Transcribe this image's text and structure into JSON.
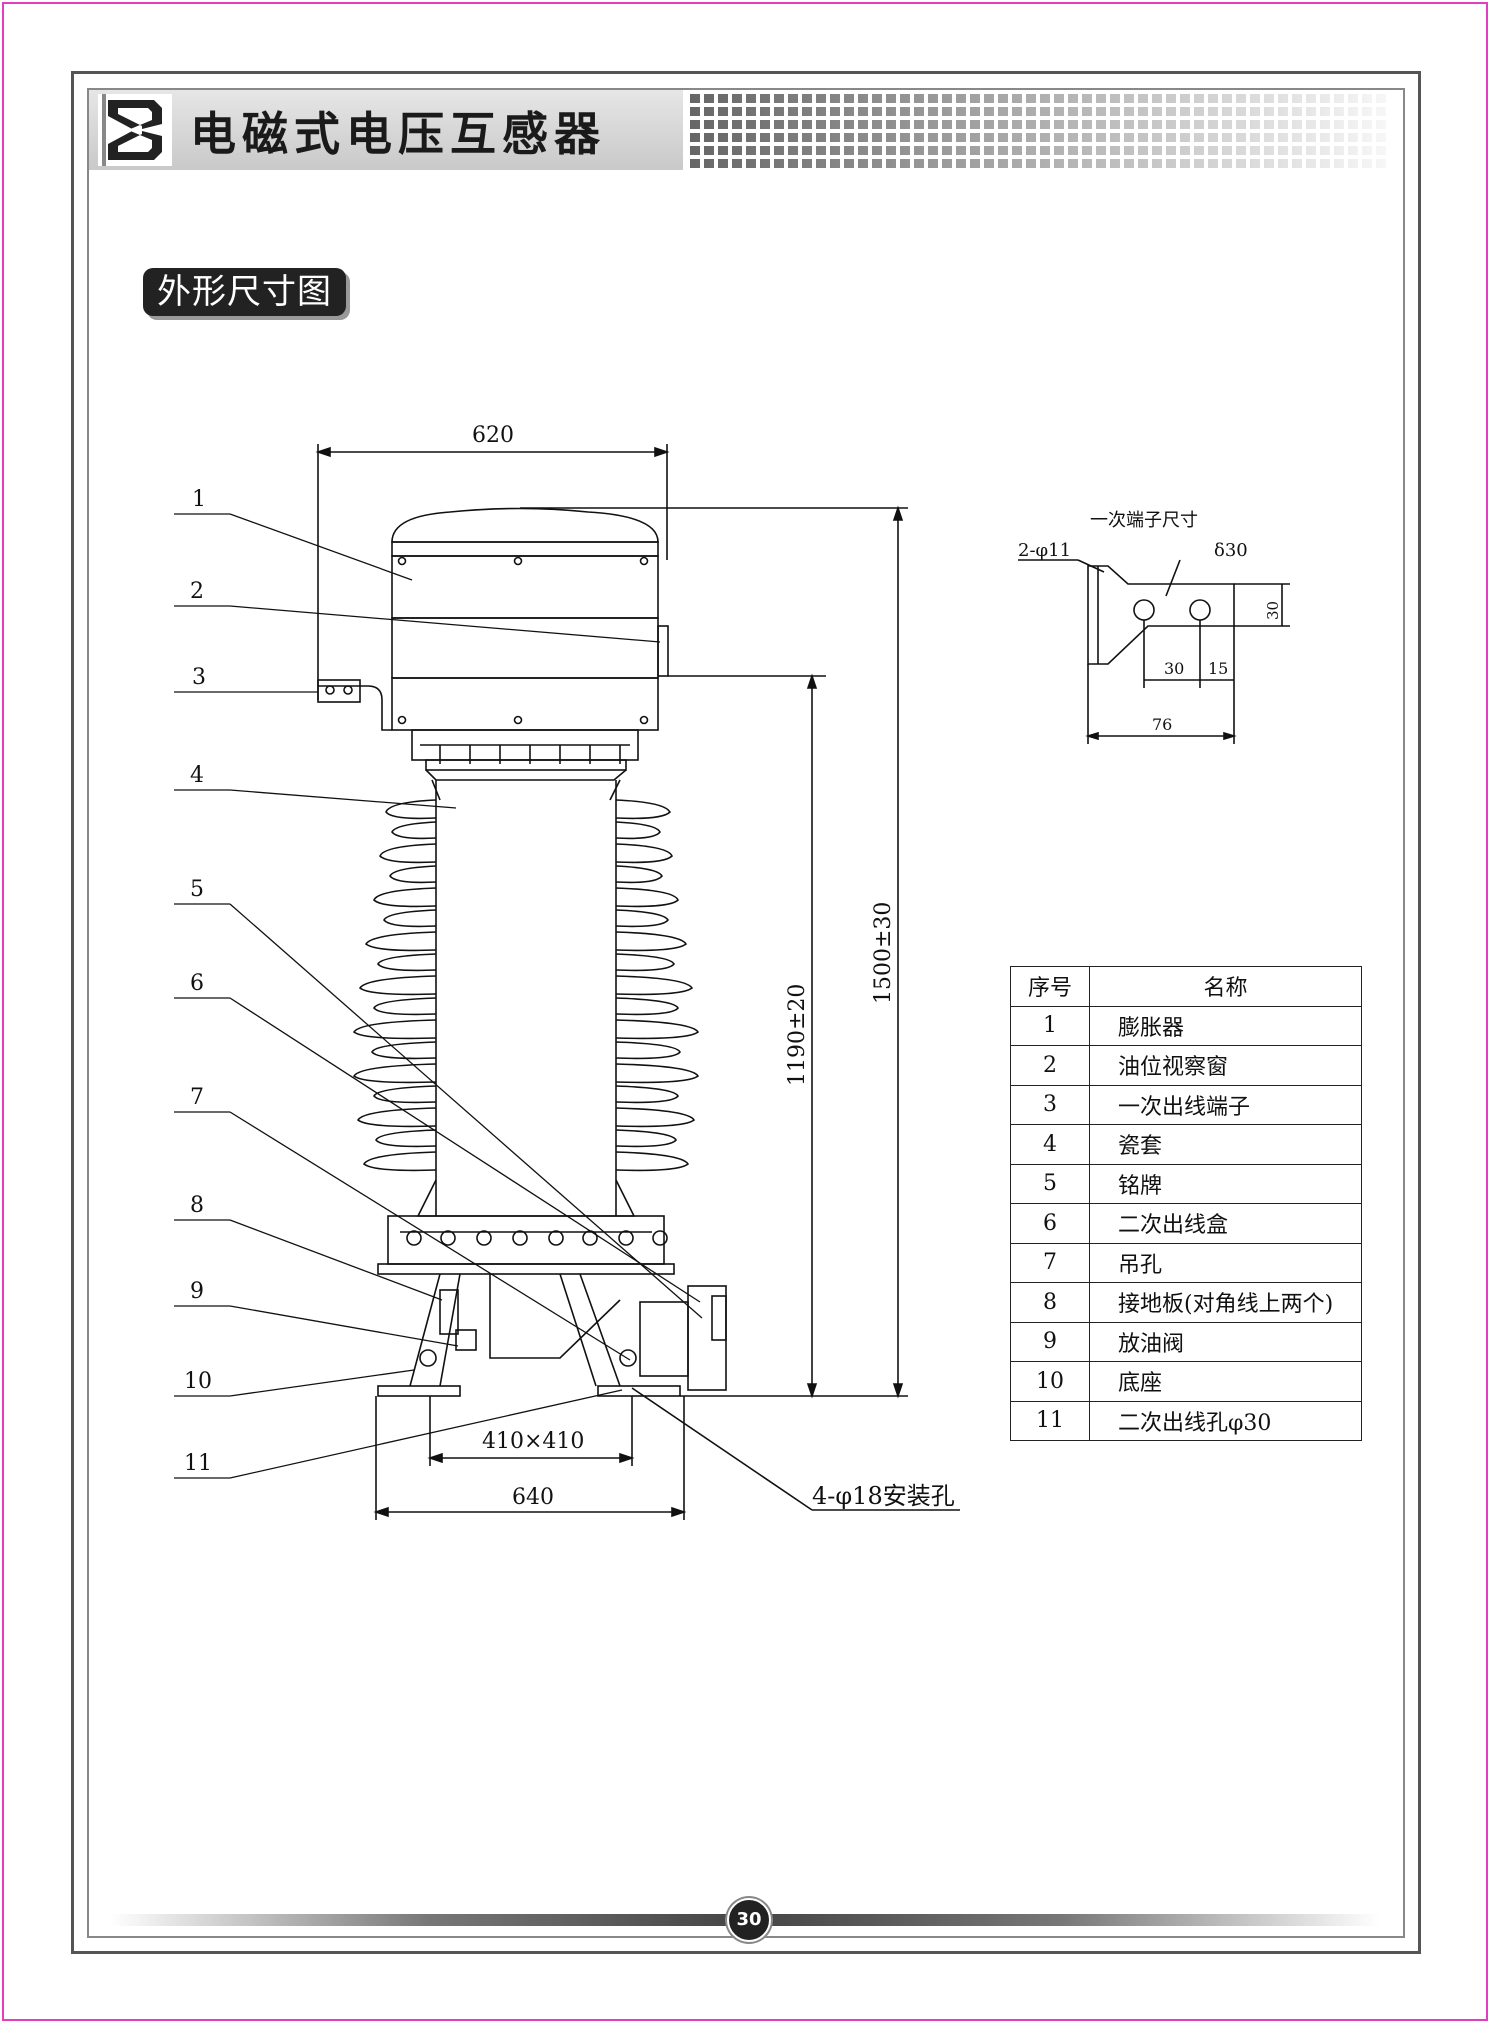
{
  "header": {
    "title": "电磁式电压互感器"
  },
  "section": {
    "title": "外形尺寸图"
  },
  "drawing": {
    "part_numbers": [
      "1",
      "2",
      "3",
      "4",
      "5",
      "6",
      "7",
      "8",
      "9",
      "10",
      "11"
    ],
    "dims": {
      "top_width": "620",
      "height_total": "1500±30",
      "height_mid": "1190±20",
      "base_inner": "410×410",
      "base_outer": "640",
      "mount_holes": "4-φ18安装孔"
    },
    "terminal": {
      "title": "一次端子尺寸",
      "holes": "2-φ11",
      "thickness": "δ30",
      "width": "30",
      "pitch": "30",
      "edge": "15",
      "length": "76"
    }
  },
  "parts_table": {
    "headers": {
      "no": "序号",
      "name": "名称"
    },
    "rows": [
      {
        "no": "1",
        "name": "膨胀器"
      },
      {
        "no": "2",
        "name": "油位视察窗"
      },
      {
        "no": "3",
        "name": "一次出线端子"
      },
      {
        "no": "4",
        "name": "瓷套"
      },
      {
        "no": "5",
        "name": "铭牌"
      },
      {
        "no": "6",
        "name": "二次出线盒"
      },
      {
        "no": "7",
        "name": "吊孔"
      },
      {
        "no": "8",
        "name": "接地板(对角线上两个)"
      },
      {
        "no": "9",
        "name": "放油阀"
      },
      {
        "no": "10",
        "name": "底座"
      },
      {
        "no": "11",
        "name": "二次出线孔φ30"
      }
    ]
  },
  "footer": {
    "page_number": "30"
  }
}
